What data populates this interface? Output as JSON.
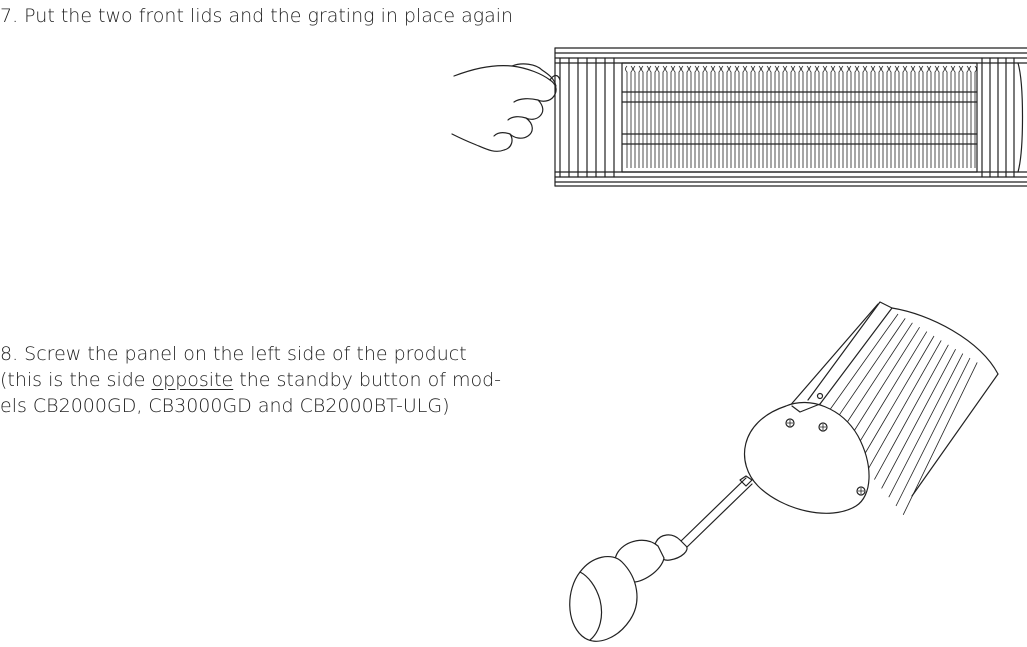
{
  "steps": [
    {
      "text": "7. Put the two front lids and the grating in place again"
    },
    {
      "line1": "8. Screw the panel on the left side of the product",
      "line2_pre": "(this is the side ",
      "line2_underlined": "opposite",
      "line2_post": " the standby button of mod-",
      "line3": "els CB2000GD, CB3000GD and CB2000BT-ULG)"
    }
  ],
  "figures": {
    "step7": {
      "icon": "hand-placing-grating-illustration"
    },
    "step8": {
      "icon": "screwdriver-side-panel-illustration"
    }
  }
}
